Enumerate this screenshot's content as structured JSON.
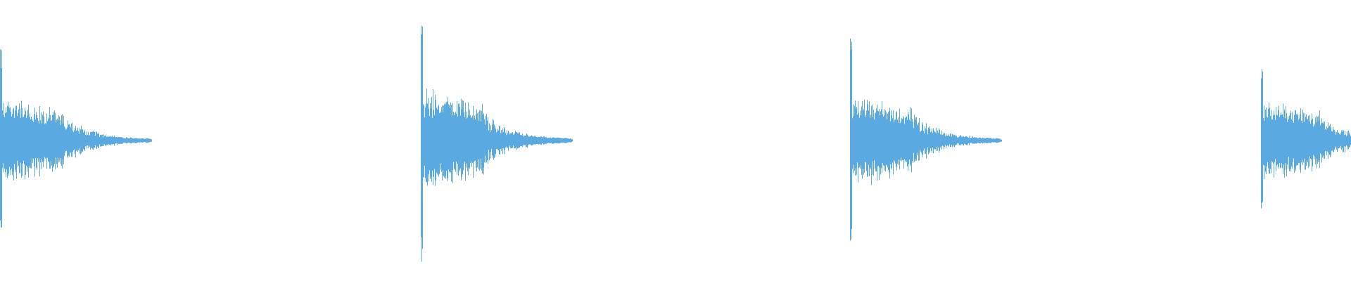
{
  "waveform": {
    "color": "#5aa9e0",
    "background": "#ffffff",
    "transients": [
      {
        "id": "hit-1",
        "peak_amplitude": 0.82,
        "tail_amplitude": 0.33,
        "decay_seconds": 0.22
      },
      {
        "id": "hit-2",
        "peak_amplitude": 0.98,
        "tail_amplitude": 0.38,
        "decay_seconds": 0.22
      },
      {
        "id": "hit-3",
        "peak_amplitude": 0.85,
        "tail_amplitude": 0.34,
        "decay_seconds": 0.22
      },
      {
        "id": "hit-4",
        "peak_amplitude": 0.62,
        "tail_amplitude": 0.3,
        "decay_seconds": 0.22,
        "clipped_at_edge": true
      }
    ]
  }
}
